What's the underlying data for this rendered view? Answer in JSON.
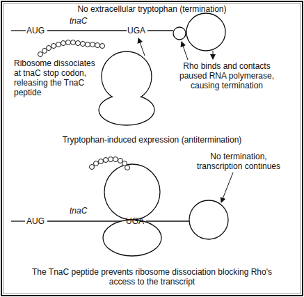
{
  "diagram": {
    "labels": [
      "No extracellular tryptophan (termination)",
      "AUG",
      "tnaC",
      "UGA",
      "Ribosome dissociates at tnaC stop codon, releasing the TnaC peptide",
      "Rho binds and contacts paused RNA polymerase, causing termination",
      "Tryptophan-induced expression (antitermination)",
      "No termination, transcription continues",
      "AUG",
      "tnaC",
      "UGA",
      "The TnaC peptide prevents ribosome dissociation blocking Rho's access to the transcript"
    ]
  }
}
